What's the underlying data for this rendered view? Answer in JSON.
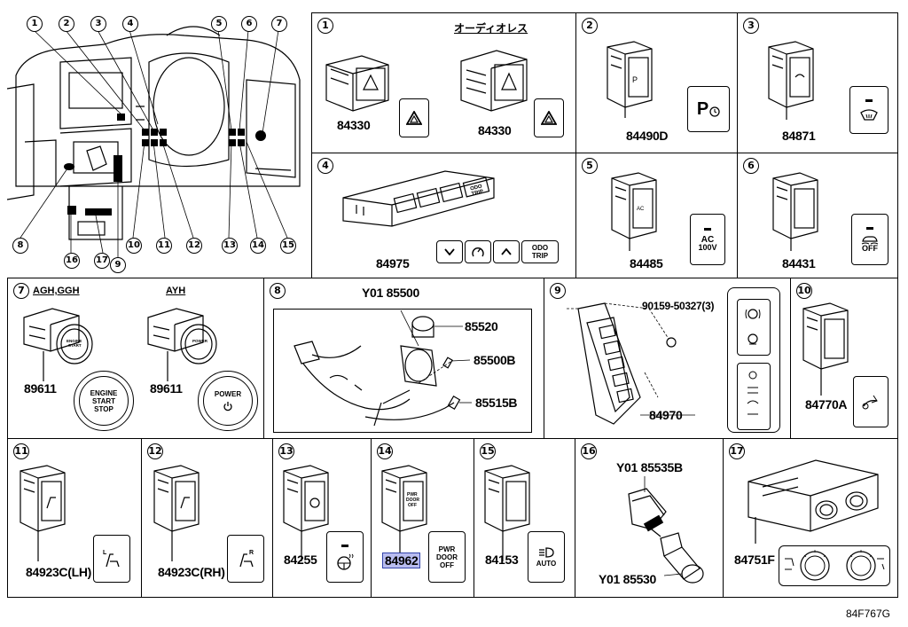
{
  "diagram_code": "84F767G",
  "overview": {
    "callouts_top": [
      "1",
      "2",
      "3",
      "4",
      "5",
      "6",
      "7"
    ],
    "callouts_bottom": [
      "8",
      "16",
      "17",
      "9",
      "10",
      "11",
      "12",
      "13",
      "14",
      "15"
    ]
  },
  "panels": {
    "p1": {
      "num": "1",
      "label": "オーディオレス",
      "parts": [
        "84330",
        "84330"
      ]
    },
    "p2": {
      "num": "2",
      "parts": [
        "84490D"
      ],
      "icon": "P"
    },
    "p3": {
      "num": "3",
      "parts": [
        "84871"
      ]
    },
    "p4": {
      "num": "4",
      "parts": [
        "84975"
      ],
      "buttons": [
        "ODO TRIP"
      ]
    },
    "p5": {
      "num": "5",
      "parts": [
        "84485"
      ],
      "icon_text": [
        "AC",
        "100V"
      ]
    },
    "p6": {
      "num": "6",
      "parts": [
        "84431"
      ],
      "icon_text": [
        "OFF"
      ]
    },
    "p7": {
      "num": "7",
      "labels": [
        "AGH,GGH",
        "AYH"
      ],
      "parts": [
        "89611",
        "89611"
      ],
      "button_texts": [
        "ENGINE",
        "START",
        "STOP",
        "POWER"
      ]
    },
    "p8": {
      "num": "8",
      "parts": [
        "Y01 85500",
        "85520",
        "85500B",
        "85515B"
      ]
    },
    "p9": {
      "num": "9",
      "parts": [
        "90159-50327(3)",
        "84970"
      ]
    },
    "p10": {
      "num": "10",
      "parts": [
        "84770A"
      ]
    },
    "p11": {
      "num": "11",
      "parts": [
        "84923C(LH)"
      ],
      "icon_letter": "L"
    },
    "p12": {
      "num": "12",
      "parts": [
        "84923C(RH)"
      ],
      "icon_letter": "R"
    },
    "p13": {
      "num": "13",
      "parts": [
        "84255"
      ]
    },
    "p14": {
      "num": "14",
      "parts": [
        "84962"
      ],
      "icon_text": [
        "PWR",
        "DOOR",
        "OFF"
      ]
    },
    "p15": {
      "num": "15",
      "parts": [
        "84153"
      ],
      "icon_text": [
        "AUTO"
      ]
    },
    "p16": {
      "num": "16",
      "parts": [
        "Y01 85535B",
        "Y01 85530"
      ]
    },
    "p17": {
      "num": "17",
      "parts": [
        "84751F"
      ]
    }
  }
}
